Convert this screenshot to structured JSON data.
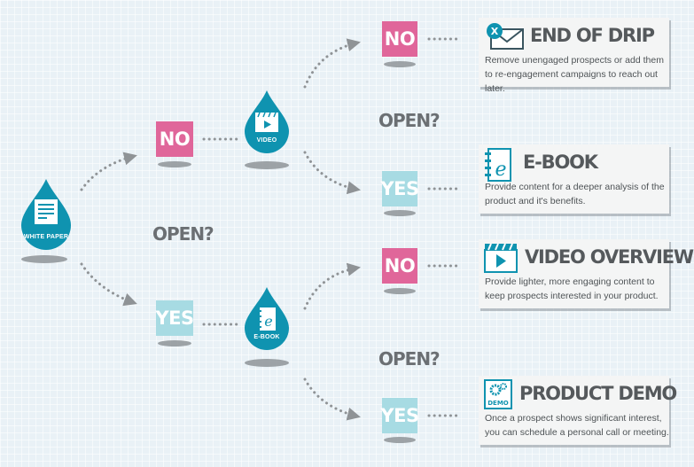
{
  "colors": {
    "drop": "#0f93b0",
    "no_tile": "#e0669a",
    "yes_tile": "#a7dbe3",
    "connector": "#8f9396",
    "question_text": "#6b6f73"
  },
  "start": {
    "label": "WHITE PAPER",
    "icon": "document-icon"
  },
  "first_decision": {
    "question": "OPEN?",
    "no": "NO",
    "yes": "YES"
  },
  "upper_branch": {
    "drop_label": "VIDEO",
    "drop_icon": "video-icon",
    "question": "OPEN?",
    "no": "NO",
    "yes": "YES"
  },
  "lower_branch": {
    "drop_label": "E-BOOK",
    "drop_icon": "ebook-icon",
    "question": "OPEN?",
    "no": "NO",
    "yes": "YES"
  },
  "outcomes": [
    {
      "title": "END OF DRIP",
      "icon": "email-close-icon",
      "description": "Remove unengaged prospects or add them to re-engagement campaigns to reach out later."
    },
    {
      "title": "E-BOOK",
      "icon": "ebook-icon",
      "description": "Provide content for a deeper analysis of the product and it's benefits."
    },
    {
      "title": "VIDEO OVERVIEW",
      "icon": "video-icon",
      "description": "Provide lighter, more engaging content to keep prospects interested in your product."
    },
    {
      "title": "PRODUCT DEMO",
      "icon": "demo-gears-icon",
      "icon_text": "DEMO",
      "description": "Once a prospect shows significant interest, you can schedule a personal call or meeting."
    }
  ]
}
